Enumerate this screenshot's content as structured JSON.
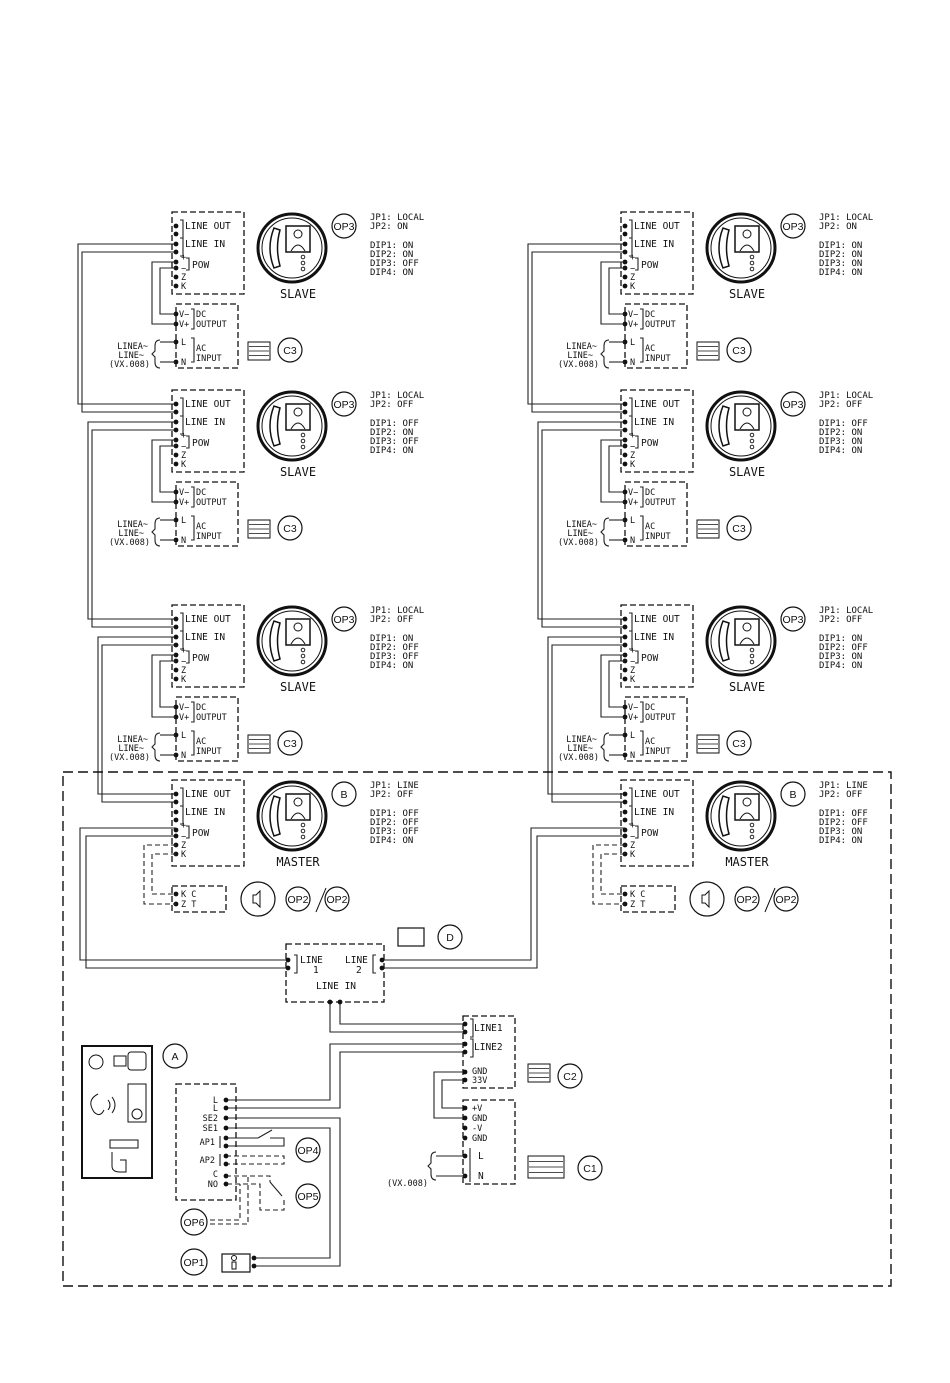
{
  "labels": {
    "line_out": "LINE OUT",
    "line_in": "LINE IN",
    "pow": "POW",
    "plus": "+",
    "minus": "−",
    "z": "Z",
    "k": "K",
    "v_minus": "V−",
    "v_plus": "V+",
    "dc": "DC",
    "output": "OUTPUT",
    "ac": "AC",
    "input": "INPUT",
    "l": "L",
    "n": "N",
    "linea": "LINEA~",
    "line_tilde": "LINE~",
    "vx008": "(VX.008)",
    "slave": "SLAVE",
    "master": "MASTER",
    "kc_k": "K C",
    "kc_z": "Z T",
    "d_line1": "LINE",
    "d_line1_n": "1",
    "d_line2": "LINE",
    "d_line2_n": "2",
    "d_line_in": "LINE IN",
    "c2_line1": "LINE1",
    "c2_line2": "LINE2",
    "c2_gnd": "GND",
    "c2_33v": "33V",
    "c1_pv": "+V",
    "c1_gnd1": "GND",
    "c1_mv": "-V",
    "c1_gnd2": "GND",
    "a_l1": "L",
    "a_l2": "L",
    "a_se2": "SE2",
    "a_se1": "SE1",
    "a_ap1": "AP1",
    "a_ap2": "AP2",
    "a_c": "C",
    "a_no": "NO"
  },
  "badges": {
    "op1": "OP1",
    "op2": "OP2",
    "op3": "OP3",
    "op4": "OP4",
    "op5": "OP5",
    "op6": "OP6",
    "a": "A",
    "b": "B",
    "c1": "C1",
    "c2": "C2",
    "c3": "C3",
    "d": "D"
  },
  "jp_left": [
    [
      "JP1: LOCAL",
      "JP2: ON"
    ],
    [
      "JP1: LOCAL",
      "JP2: OFF"
    ],
    [
      "JP1: LOCAL",
      "JP2: OFF"
    ],
    [
      "JP1: LINE",
      "JP2: OFF"
    ]
  ],
  "dip_left": [
    [
      "DIP1: ON",
      "DIP2: ON",
      "DIP3: OFF",
      "DIP4: ON"
    ],
    [
      "DIP1: OFF",
      "DIP2: ON",
      "DIP3: OFF",
      "DIP4: ON"
    ],
    [
      "DIP1: ON",
      "DIP2: OFF",
      "DIP3: OFF",
      "DIP4: ON"
    ],
    [
      "DIP1: OFF",
      "DIP2: OFF",
      "DIP3: OFF",
      "DIP4: ON"
    ]
  ],
  "jp_right": [
    [
      "JP1: LOCAL",
      "JP2: ON"
    ],
    [
      "JP1: LOCAL",
      "JP2: OFF"
    ],
    [
      "JP1: LOCAL",
      "JP2: OFF"
    ],
    [
      "JP1: LINE",
      "JP2: OFF"
    ]
  ],
  "dip_right": [
    [
      "DIP1: ON",
      "DIP2: ON",
      "DIP3: ON",
      "DIP4: ON"
    ],
    [
      "DIP1: OFF",
      "DIP2: ON",
      "DIP3: ON",
      "DIP4: ON"
    ],
    [
      "DIP1: ON",
      "DIP2: OFF",
      "DIP3: ON",
      "DIP4: ON"
    ],
    [
      "DIP1: OFF",
      "DIP2: OFF",
      "DIP3: ON",
      "DIP4: ON"
    ]
  ],
  "icons": [
    "handset-monitor-icon",
    "speaker-icon",
    "power-supply-module-icon",
    "door-panel-icon",
    "door-opener-icon"
  ]
}
